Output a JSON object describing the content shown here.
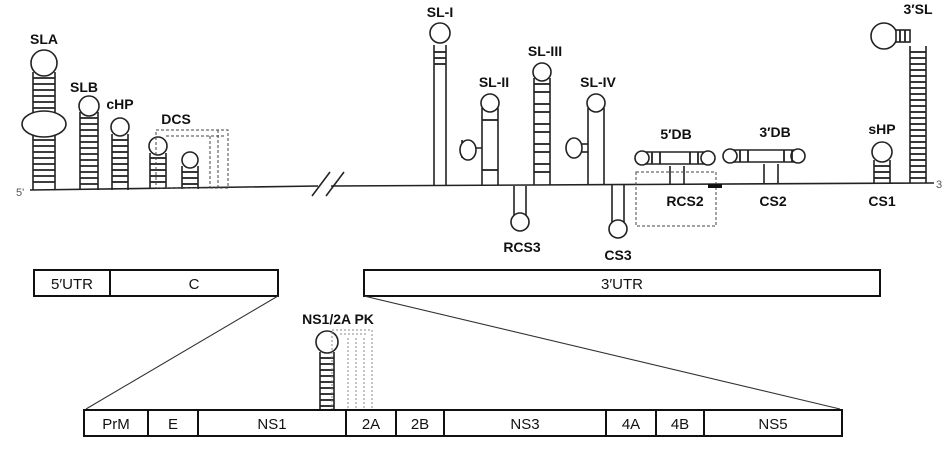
{
  "genome_ends": {
    "five_prime": "5'",
    "three_prime": "3"
  },
  "five_utr_elements": {
    "sla": "SLA",
    "slb": "SLB",
    "chp": "cHP",
    "dcs": "DCS"
  },
  "three_utr_elements": {
    "sl_i": "SL-I",
    "sl_ii": "SL-II",
    "sl_iii": "SL-III",
    "sl_iv": "SL-IV",
    "db5": "5′DB",
    "db3": "3′DB",
    "rcs2": "RCS2",
    "cs2": "CS2",
    "rcs3": "RCS3",
    "cs3": "CS3",
    "shp": "sHP",
    "cs1": "CS1",
    "sl3": "3′SL"
  },
  "genome_bar": {
    "utr5": "5′UTR",
    "c": "C",
    "utr3": "3′UTR"
  },
  "pk_label": "NS1/2A PK",
  "orf_bar": [
    "PrM",
    "E",
    "NS1",
    "2A",
    "2B",
    "NS3",
    "4A",
    "4B",
    "NS5"
  ]
}
